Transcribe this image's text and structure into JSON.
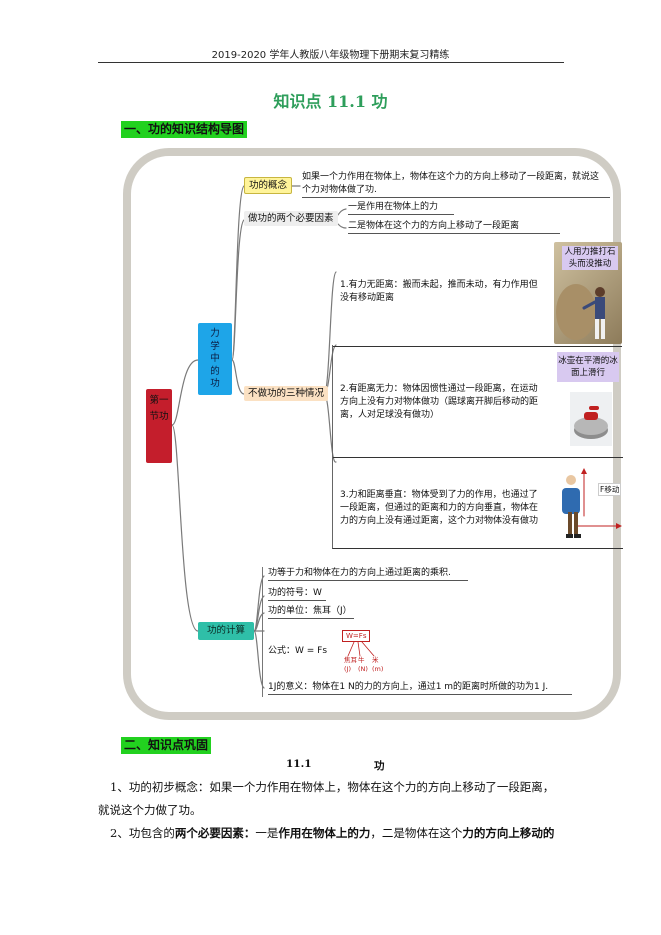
{
  "header": {
    "text": "2019-2020 学年人教版八年级物理下册期末复习精练"
  },
  "title": "知识点 11.1  功",
  "section1": {
    "heading": "一、功的知识结构导图"
  },
  "mindmap": {
    "root": "第一节功",
    "branch_mechanics": "力学中的功",
    "branch_calc": "功的计算",
    "concept_label": "功的概念",
    "concept_text_1": "如果一个力作用在物体上，物体在这个力的方向上移动了一段距离，就说这",
    "concept_text_2": "个力对物体做了功.",
    "factors_label": "做功的两个必要因素",
    "factor_1": "一是作用在物体上的力",
    "factor_2": "二是物体在这个力的方向上移动了一段距离",
    "no_work_label": "不做功的三种情况",
    "case_1_text_1": "1.有力无距离：搬而未起，推而未动，有力作用但",
    "case_1_text_2": "没有移动距离",
    "case_1_pic_caption": "人用力推打石头而没推动",
    "case_2_text_1": "2.有距离无力：物体因惯性通过一段距离，在运动",
    "case_2_text_2": "方向上没有力对物体做功（踢球离开脚后移动的距",
    "case_2_text_3": "离，人对足球没有做功）",
    "case_2_pic_caption": "冰壶在平滑的冰面上滑行",
    "case_3_text_1": "3.力和距离垂直：物体受到了力的作用，也通过了",
    "case_3_text_2": "一段距离，但通过的距离和力的方向垂直，物体在",
    "case_3_text_3": "力的方向上没有通过距离，这个力对物体没有做功",
    "case_3_pic_caption": "F移动",
    "calc_def": "功等于力和物体在力的方向上通过距离的乘积.",
    "calc_symbol": "功的符号：W",
    "calc_unit": "功的单位：焦耳（J）",
    "calc_formula": "公式：W = Fs",
    "formula_box": "W=Fs",
    "formula_labels": [
      "焦耳",
      "牛",
      "米"
    ],
    "formula_units": [
      "(J)",
      "(N)",
      "(m)"
    ],
    "calc_meaning": "1J的意义：物体在1 N的力的方向上，通过1 m的距离时所做的功为1 J."
  },
  "section2": {
    "heading": "二、知识点巩固"
  },
  "subhead": {
    "num": "11.1",
    "name": "功"
  },
  "para1": {
    "line1": "1、功的初步概念：如果一个力作用在物体上，物体在这个力的方向上移动了一段距离，",
    "line2": "就说这个力做了功。"
  },
  "para2": {
    "prefix": "2、功包含的",
    "bold1": "两个必要因素：",
    "text1": "一是",
    "bold2": "作用在物体上的力",
    "text2": "，二是物体在这个",
    "bold3": "力的方向上移动的"
  },
  "colors": {
    "title_green": "#2e9e5b",
    "heading_green": "#22d11f",
    "frame_gray": "#cfccc4",
    "node_blue": "#1ea5e8",
    "node_red": "#c41e2c",
    "node_teal": "#2fbfa8",
    "node_yellow": "#fff49a",
    "node_peach": "#fbe1c3"
  }
}
